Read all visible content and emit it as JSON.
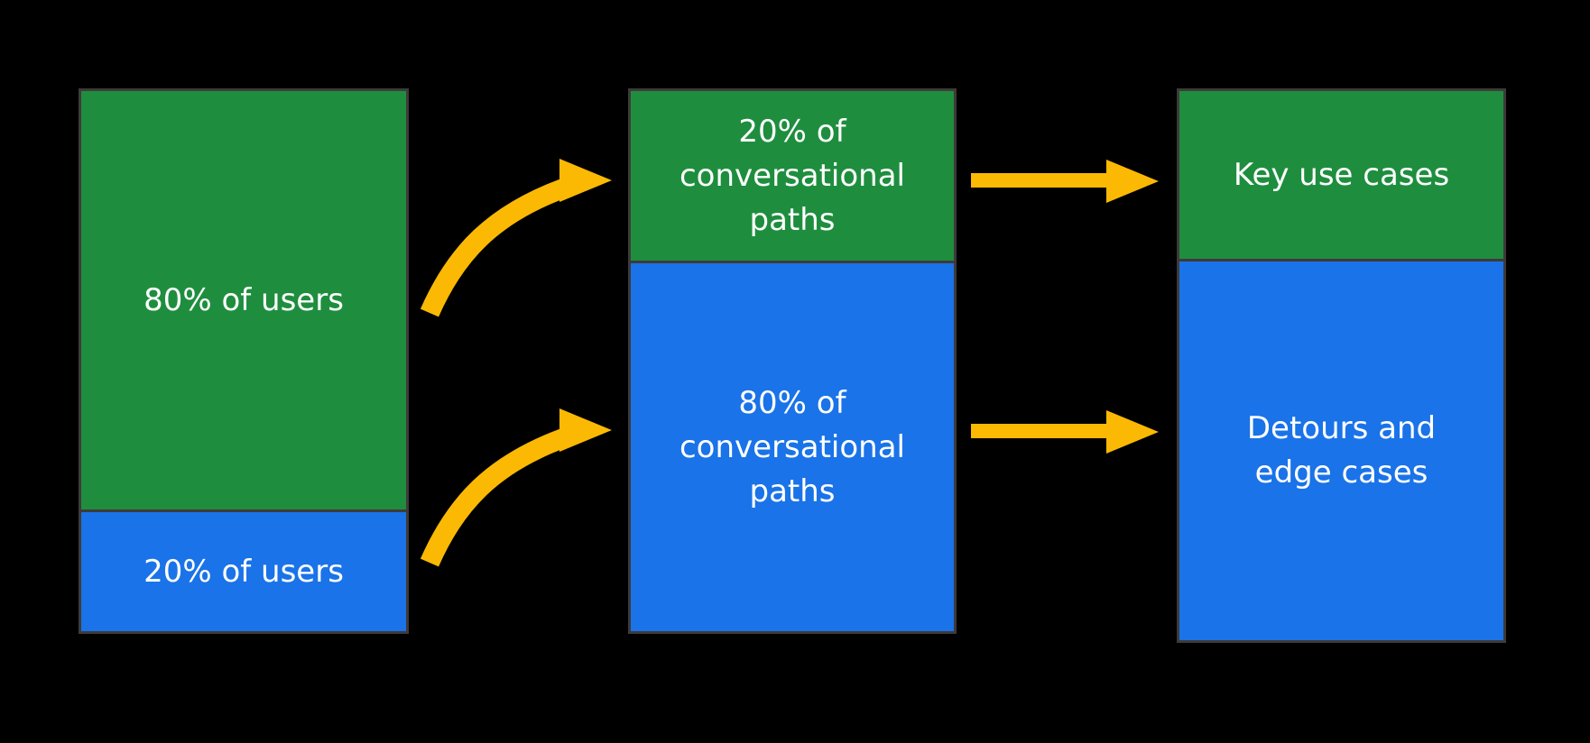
{
  "colors": {
    "green": "#1e8e3e",
    "blue": "#1a73e8",
    "arrow": "#fbb904",
    "border": "#3e3a3a",
    "text": "#ffffff",
    "background": "#000000"
  },
  "diagram": {
    "columns": [
      {
        "id": "users",
        "segments": [
          {
            "color": "green",
            "share": "80%",
            "label": "80% of users"
          },
          {
            "color": "blue",
            "share": "20%",
            "label": "20% of users"
          }
        ]
      },
      {
        "id": "conversational-paths",
        "segments": [
          {
            "color": "green",
            "share": "20%",
            "label": "20% of\nconversational\npaths"
          },
          {
            "color": "blue",
            "share": "80%",
            "label": "80% of\nconversational\npaths"
          }
        ]
      },
      {
        "id": "outcomes",
        "segments": [
          {
            "color": "green",
            "label": "Key use cases"
          },
          {
            "color": "blue",
            "label": "Detours and\nedge cases"
          }
        ]
      }
    ],
    "arrows": [
      {
        "id": "users-80-to-paths-20",
        "style": "curved",
        "from": "80% of users",
        "to": "20% of conversational paths"
      },
      {
        "id": "users-20-to-paths-80",
        "style": "curved",
        "from": "20% of users",
        "to": "80% of conversational paths"
      },
      {
        "id": "paths-20-to-key-cases",
        "style": "straight",
        "from": "20% of conversational paths",
        "to": "Key use cases"
      },
      {
        "id": "paths-80-to-detours",
        "style": "straight",
        "from": "80% of conversational paths",
        "to": "Detours and edge cases"
      }
    ]
  }
}
